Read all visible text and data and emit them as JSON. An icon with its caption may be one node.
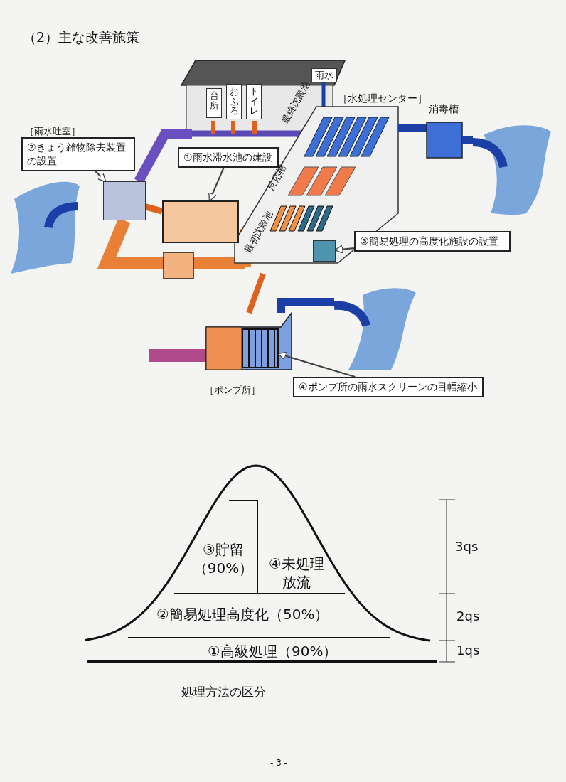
{
  "diagram": {
    "title": "（2）主な改善施策",
    "caption": "処理方法の区分",
    "nodes": [
      {
        "text": [
          "②きょう雑物除去装置の設置"
        ]
      },
      {
        "text": [],
        "shape": "box"
      },
      {
        "text": [
          "①雨水滞水池の建設"
        ]
      },
      {
        "text": [],
        "shape": "box"
      },
      {
        "text": [
          "③簡易処理の高度化施設の設置"
        ]
      },
      {
        "text": [],
        "shape": "box"
      },
      {
        "text": [
          "④ポンプ所の雨水スクリーンの目幅縮小"
        ]
      },
      {
        "text": [],
        "shape": "box"
      },
      {
        "text": [
          "雨水"
        ]
      },
      {
        "text": [
          "台所"
        ]
      },
      {
        "text": [
          "おふろ"
        ]
      },
      {
        "text": [
          "トイレ"
        ]
      }
    ],
    "edges": [
      {
        "from": 0,
        "to": 1,
        "arrow": "to"
      },
      {
        "from": 1,
        "to": 3,
        "arrow": "none",
        "style": "thick",
        "color": "#e0601e"
      },
      {
        "from": 2,
        "to": 3,
        "arrow": "to"
      },
      {
        "from": 4,
        "to": 5,
        "arrow": "to"
      },
      {
        "from": 6,
        "to": 7,
        "arrow": "to"
      }
    ],
    "labels": [
      "［雨水吐室］",
      "［ポンプ所］",
      "［水処理センター］",
      "消毒槽",
      "最終沈殿池",
      "反応槽",
      "最初沈殿池",
      "③貯留（90%）",
      "④未処理放流",
      "②簡易処理高度化（50%）",
      "①高級処理（90%）",
      "3qs",
      "2qs",
      "1qs",
      "- 3 -"
    ]
  }
}
